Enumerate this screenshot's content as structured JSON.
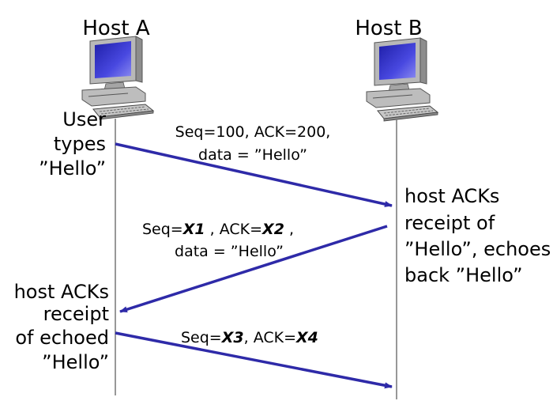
{
  "hosts": {
    "a": {
      "label": "Host A",
      "icon": "desktop-computer-icon"
    },
    "b": {
      "label": "Host B",
      "icon": "desktop-computer-icon"
    }
  },
  "annotations": {
    "user_types": [
      "User",
      "types",
      "”Hello”"
    ],
    "host_b_ack": [
      "host ACKs",
      "receipt of",
      "”Hello”, echoes",
      "back ”Hello”"
    ],
    "host_a_ack": [
      "host ACKs",
      "receipt",
      "of echoed",
      "”Hello”"
    ]
  },
  "messages": {
    "m1": {
      "line1": "Seq=100, ACK=200,",
      "line2": "data = ”Hello”"
    },
    "m2": {
      "seq_prefix": "Seq=",
      "x1": "X1",
      "ack_prefix": " , ACK=",
      "x2": "X2",
      "tail": " ,",
      "line2": "data = ”Hello”"
    },
    "m3": {
      "seq_prefix": "Seq=",
      "x3": "X3",
      "ack_prefix": ", ACK=",
      "x4": "X4"
    }
  },
  "colors": {
    "arrow": "#2e2aa8",
    "timeline": "#777777",
    "screen": "#3535c8"
  }
}
